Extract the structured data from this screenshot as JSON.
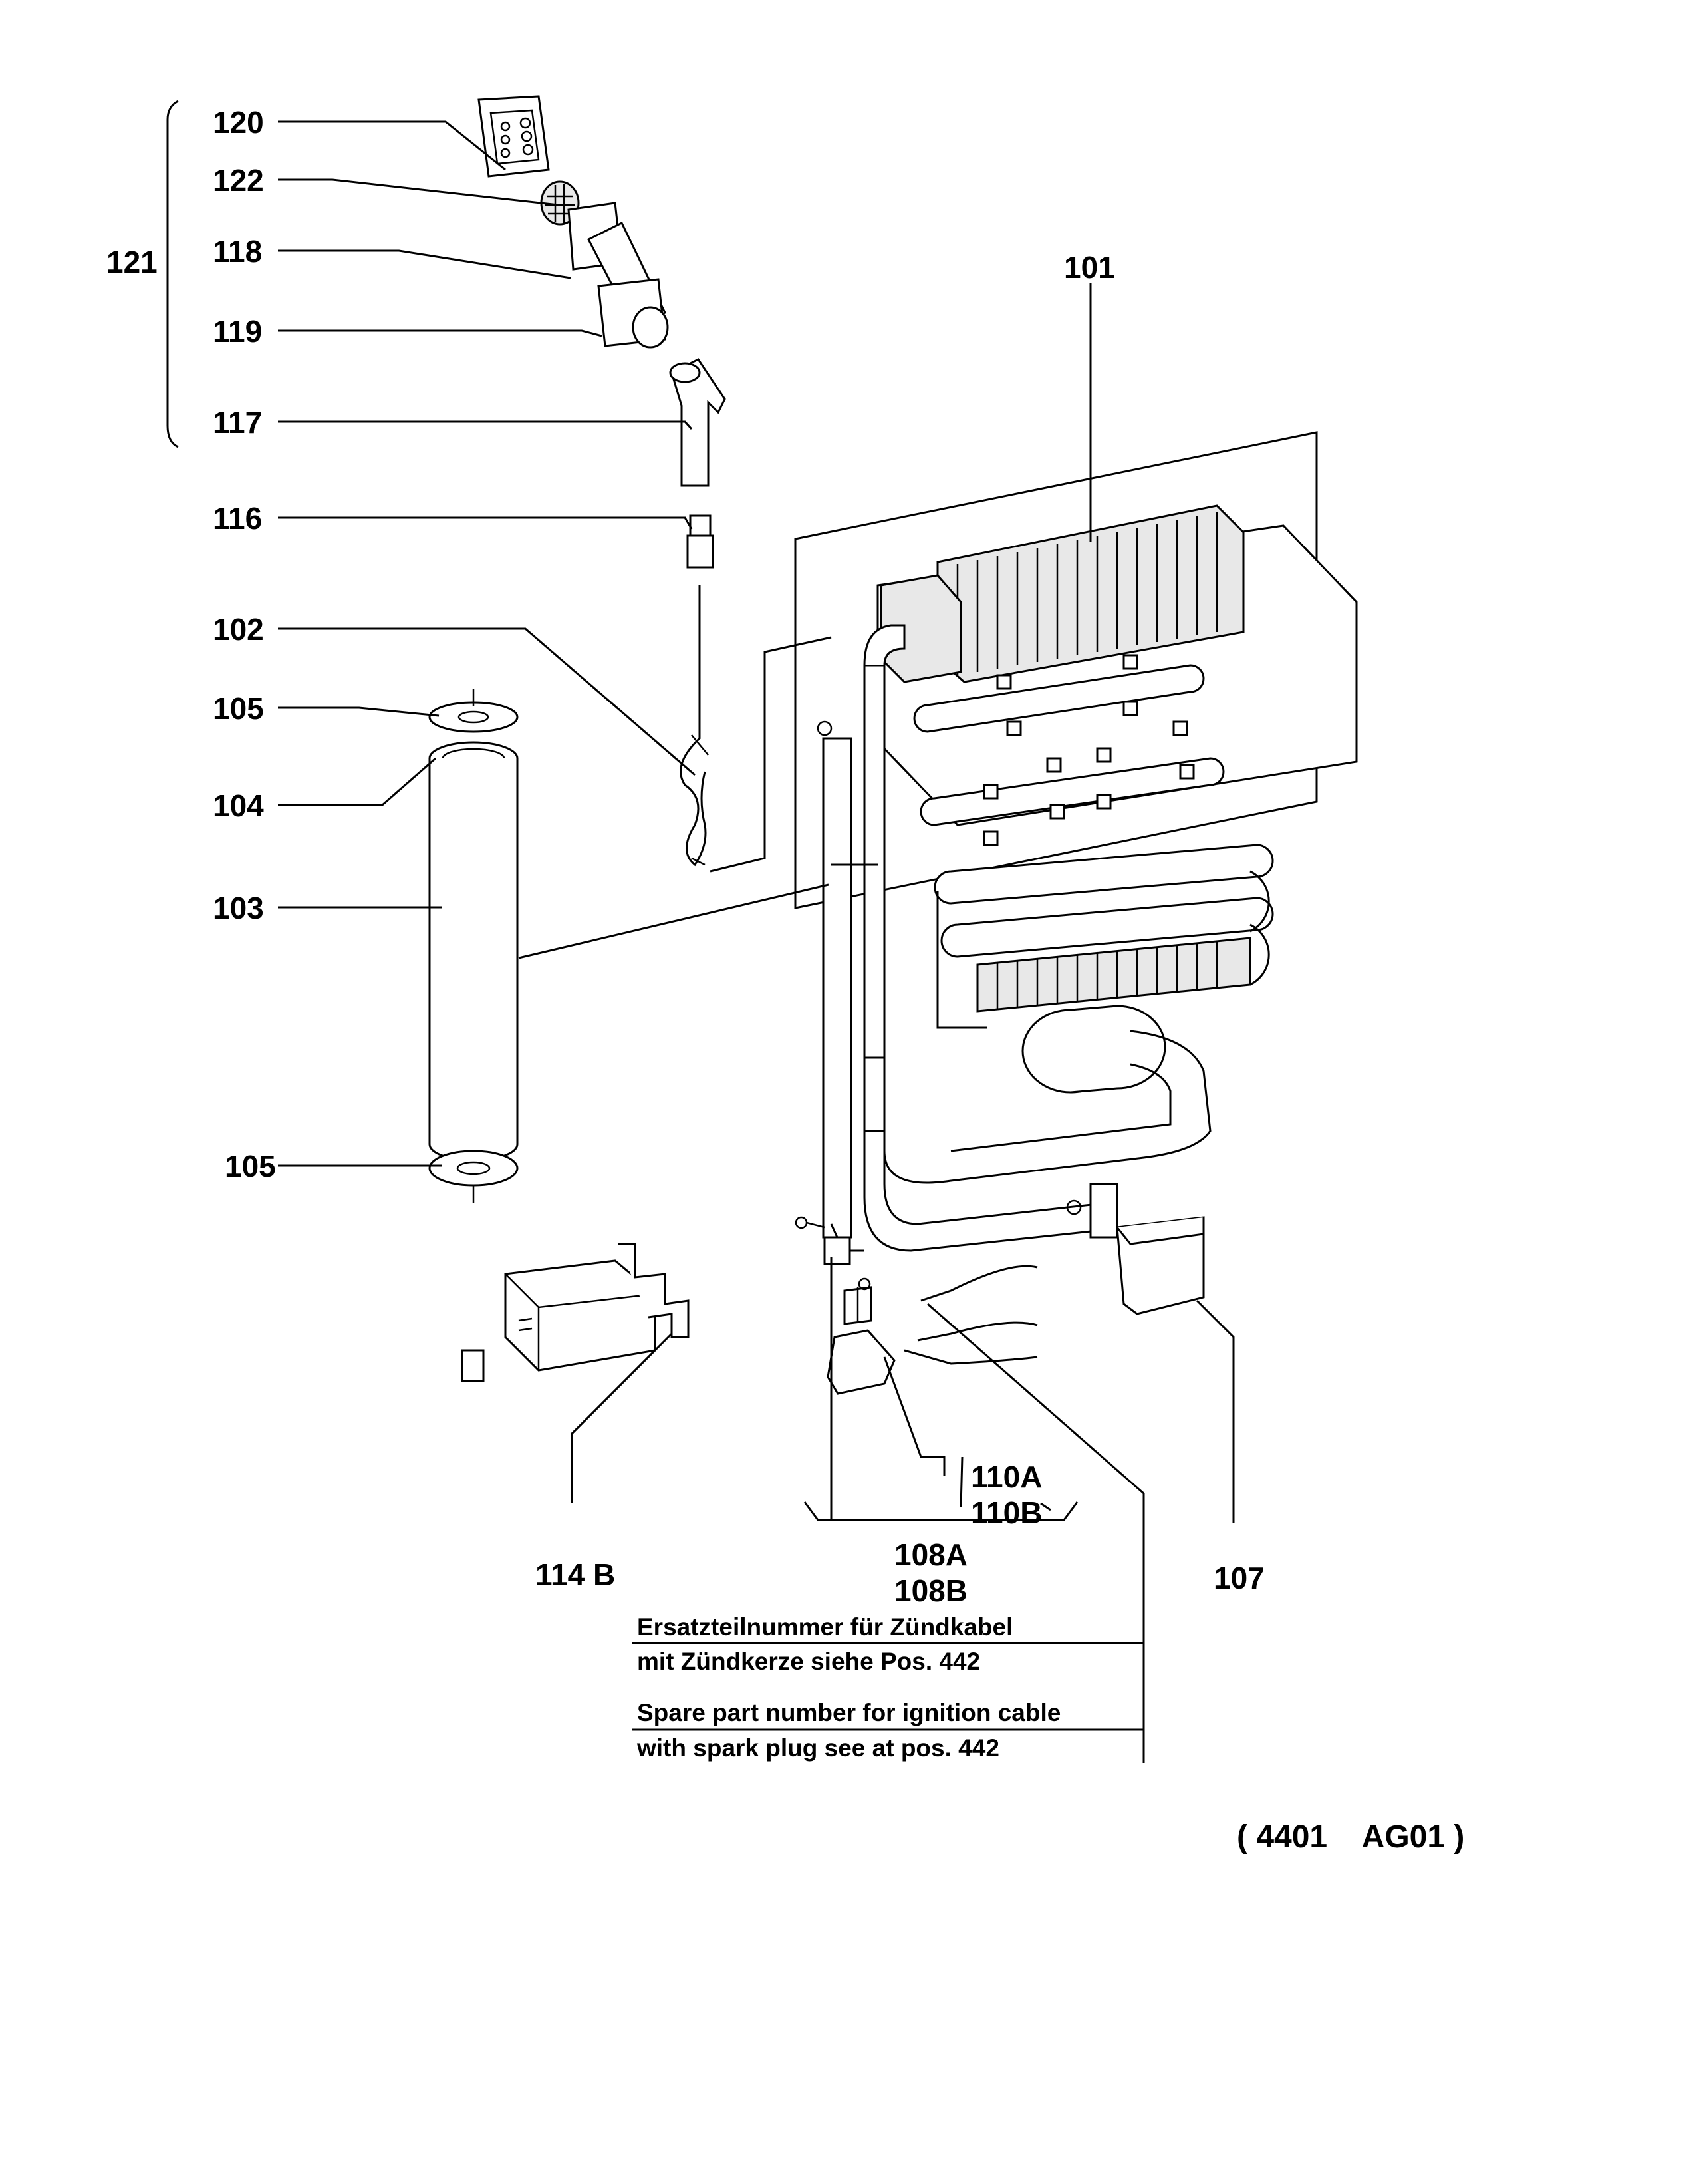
{
  "callouts": {
    "c120": "120",
    "c122": "122",
    "c121": "121",
    "c118": "118",
    "c119": "119",
    "c117": "117",
    "c116": "116",
    "c102": "102",
    "c105_top": "105",
    "c104": "104",
    "c103": "103",
    "c105_bottom": "105",
    "c101": "101",
    "c114b": "114 B",
    "c110a": "110A",
    "c110b": "110B",
    "c108a": "108A",
    "c108b": "108B",
    "c107": "107"
  },
  "notes": {
    "de_line1": "Ersatzteilnummer für Zündkabel",
    "de_line2": "mit Zündkerze siehe Pos. 442",
    "en_line1": "Spare part number for ignition cable",
    "en_line2": "with spark plug see at pos. 442"
  },
  "drawing_code": "( 4401    AG01 )"
}
